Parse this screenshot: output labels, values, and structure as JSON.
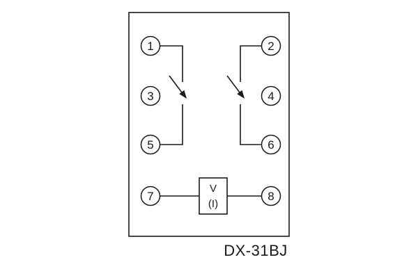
{
  "diagram": {
    "model_label": "DX-31BJ",
    "terminals": [
      "1",
      "2",
      "3",
      "4",
      "5",
      "6",
      "7",
      "8"
    ],
    "device_box": {
      "line1": "V",
      "line2": "(I)"
    },
    "colors": {
      "line": "#1a1a1a",
      "background": "#ffffff"
    }
  }
}
